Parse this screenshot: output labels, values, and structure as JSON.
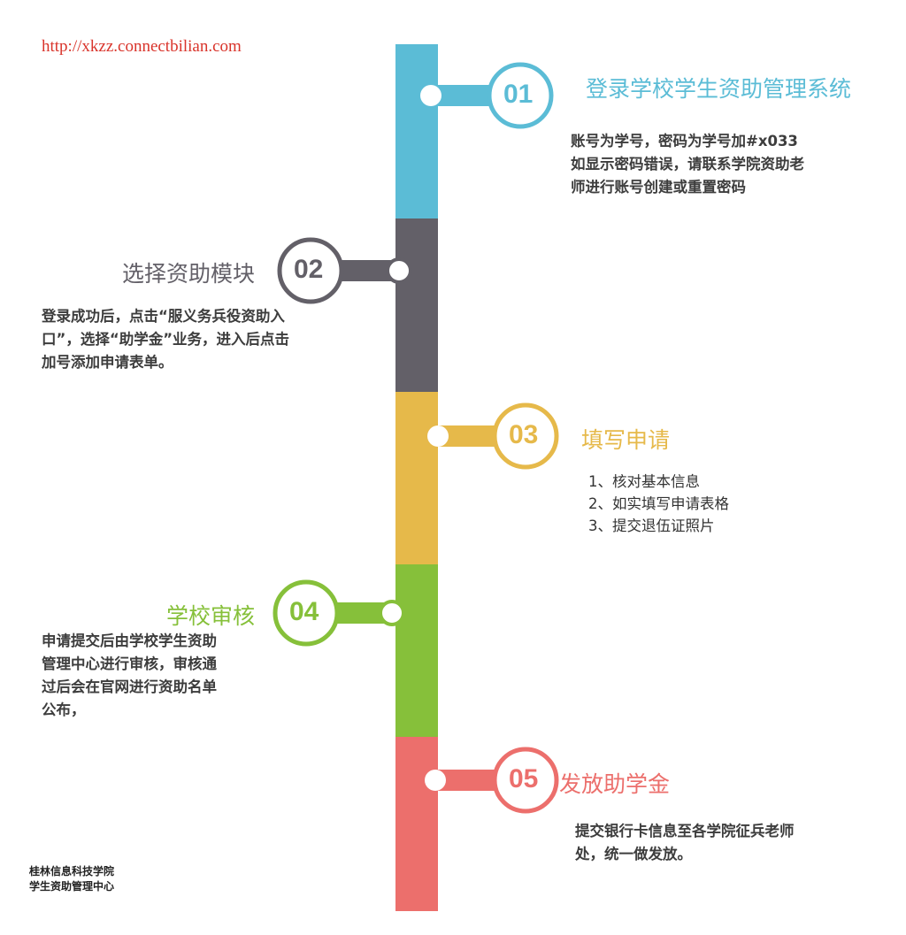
{
  "url": "http://xkzz.connectbilian.com",
  "colors": {
    "blue": "#5bbcd6",
    "gray": "#636068",
    "yellow": "#e6b94a",
    "green": "#86c03a",
    "red": "#ec6f6c"
  },
  "steps": [
    {
      "number": "01",
      "title": "登录学校学生资助管理系统",
      "lines": [
        "账号为学号，密码为学号加#x033",
        "如显示密码错误，请联系学院资助老",
        "师进行账号创建或重置密码"
      ]
    },
    {
      "number": "02",
      "title": "选择资助模块",
      "lines": [
        "登录成功后，点击“服义务兵役资助入",
        "口”，选择“助学金”业务，进入后点击",
        "加号添加申请表单。"
      ]
    },
    {
      "number": "03",
      "title": "填写申请",
      "lines": [
        "1、核对基本信息",
        "2、如实填写申请表格",
        "3、提交退伍证照片"
      ]
    },
    {
      "number": "04",
      "title": "学校审核",
      "lines": [
        "申请提交后由学校学生资助",
        "管理中心进行审核，审核通",
        "过后会在官网进行资助名单",
        "公布，"
      ]
    },
    {
      "number": "05",
      "title": "发放助学金",
      "lines": [
        "提交银行卡信息至各学院征兵老师",
        "处，统一做发放。"
      ]
    }
  ],
  "footer": {
    "line1": "桂林信息科技学院",
    "line2": "学生资助管理中心"
  }
}
